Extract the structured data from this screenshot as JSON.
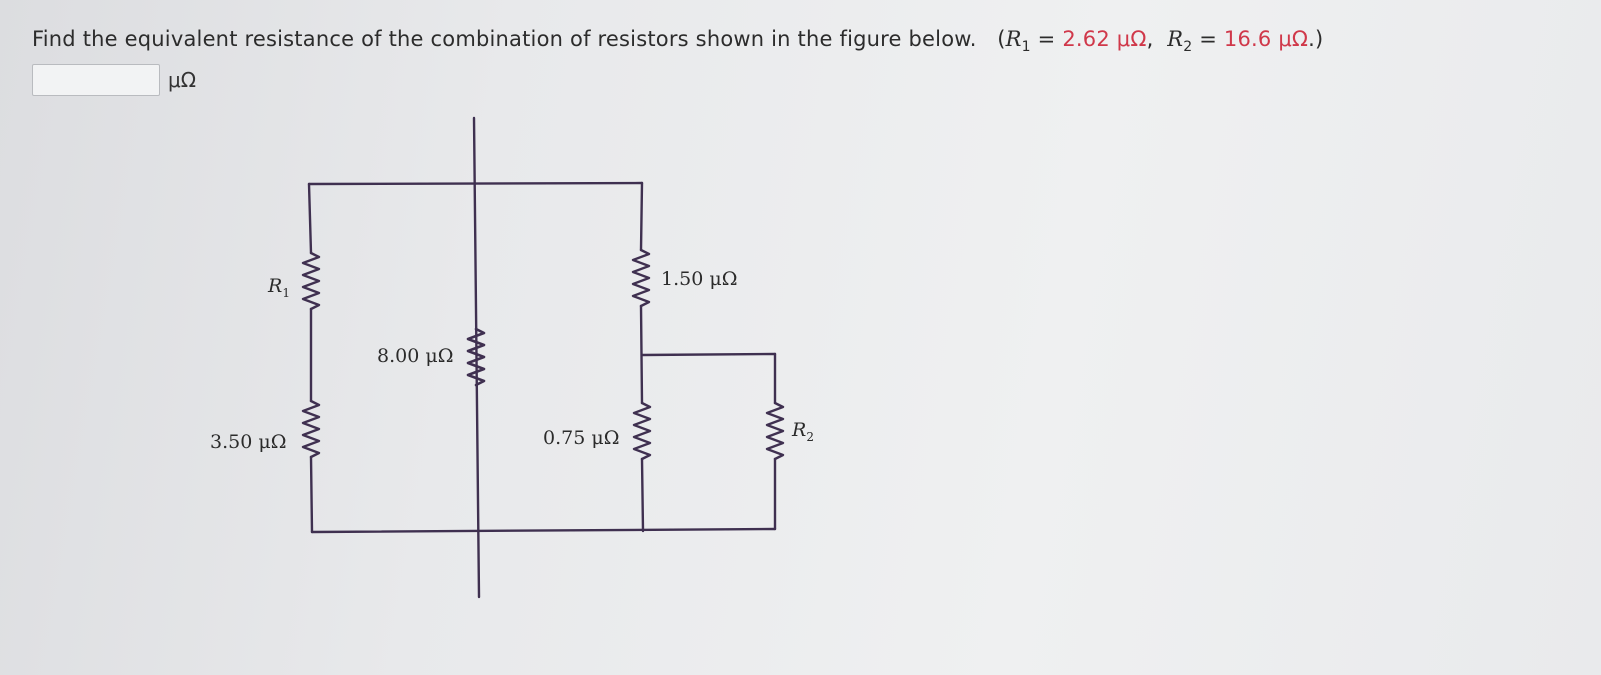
{
  "question": {
    "prefix": "Find the equivalent resistance of the combination of resistors shown in the figure below.",
    "open_paren": "(",
    "r1_symbol": "R",
    "r1_sub": "1",
    "equals1": " = ",
    "r1_value": "2.62 μΩ",
    "comma": ",",
    "r2_symbol": "R",
    "r2_sub": "2",
    "equals2": " = ",
    "r2_value": "16.6 μΩ",
    "close_paren": ".)"
  },
  "answer": {
    "value": "",
    "unit": "μΩ"
  },
  "figure": {
    "labels": {
      "r1_symbol": "R",
      "r1_sub": "1",
      "r_350": "3.50 μΩ",
      "r_800": "8.00 μΩ",
      "r_150": "1.50 μΩ",
      "r_075": "0.75 μΩ",
      "r2_symbol": "R",
      "r2_sub": "2"
    }
  },
  "colors": {
    "wire": "#3f3050",
    "accent_values": "#d0384a"
  }
}
